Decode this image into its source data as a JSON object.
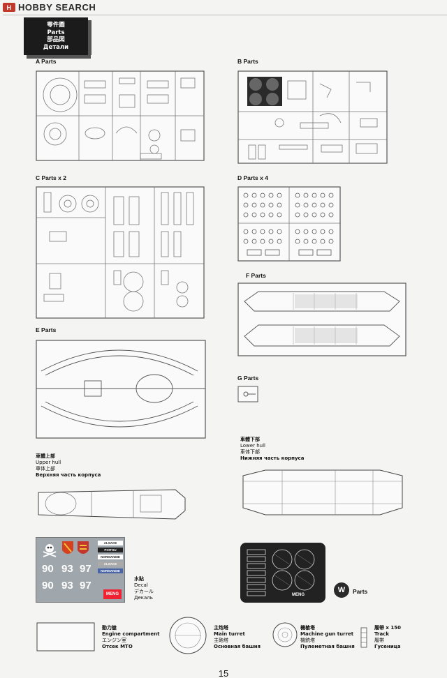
{
  "watermark": "HOBBY SEARCH",
  "header": {
    "lines": [
      "零件圖",
      "Parts",
      "部品図",
      "Детали"
    ]
  },
  "sprues": {
    "a": "A  Parts",
    "b": "B  Parts",
    "c": "C  Parts  x 2",
    "d": "D  Parts  x 4",
    "e": "E  Parts",
    "f": "F  Parts",
    "g": "G  Parts"
  },
  "upper_hull": [
    "車體上部",
    "Upper hull",
    "車体上部",
    "Верхняя часть корпуса"
  ],
  "lower_hull": [
    "車體下部",
    "Lower hull",
    "車体下部",
    "Нижняя часть корпуса"
  ],
  "decal": {
    "labels": [
      "水貼",
      "Decal",
      "デカール",
      "Декаль"
    ],
    "numbers": [
      "90",
      "93",
      "97",
      "90",
      "93",
      "97"
    ],
    "plates": [
      "ALSACE",
      "POITOU",
      "NORMANDIE",
      "ALSACE",
      "NORMANDIE"
    ],
    "brand": "MENG"
  },
  "pe": {
    "brand": "MENG",
    "w_badge": "W",
    "w_label": "Parts"
  },
  "bottom": {
    "engine": [
      "動力艙",
      "Engine compartment",
      "エンジン室",
      "Отсек МТО"
    ],
    "main_turret": [
      "主炮塔",
      "Main turret",
      "主砲塔",
      "Основная башня"
    ],
    "mg_turret": [
      "機槍塔",
      "Machine gun turret",
      "機銃塔",
      "Пулеметная башня"
    ],
    "track": [
      "履帶 x 150",
      "Track",
      "履帯",
      "Гусеница"
    ]
  },
  "page_number": "15"
}
